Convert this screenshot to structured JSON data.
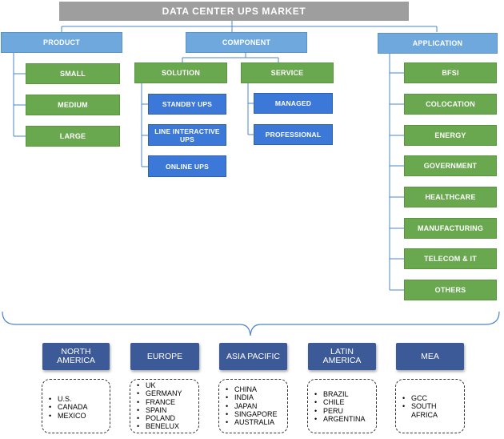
{
  "title": "DATA CENTER UPS MARKET",
  "product": {
    "label": "PRODUCT",
    "items": [
      "SMALL",
      "MEDIUM",
      "LARGE"
    ]
  },
  "component": {
    "label": "COMPONENT",
    "solution": {
      "label": "SOLUTION",
      "items": [
        "STANDBY UPS",
        "LINE INTERACTIVE UPS",
        "ONLINE UPS"
      ]
    },
    "service": {
      "label": "SERVICE",
      "items": [
        "MANAGED",
        "PROFESSIONAL"
      ]
    }
  },
  "application": {
    "label": "APPLICATION",
    "items": [
      "BFSI",
      "COLOCATION",
      "ENERGY",
      "GOVERNMENT",
      "HEALTHCARE",
      "MANUFACTURING",
      "TELECOM & IT",
      "OTHERS"
    ]
  },
  "regions": [
    {
      "name": "NORTH AMERICA",
      "countries": [
        "U.S.",
        "CANADA",
        "MEXICO"
      ]
    },
    {
      "name": "EUROPE",
      "countries": [
        "UK",
        "GERMANY",
        "FRANCE",
        "SPAIN",
        "POLAND",
        "BENELUX"
      ]
    },
    {
      "name": "ASIA PACIFIC",
      "countries": [
        "CHINA",
        "INDIA",
        "JAPAN",
        "SINGAPORE",
        "AUSTRALIA"
      ]
    },
    {
      "name": "LATIN AMERICA",
      "countries": [
        "BRAZIL",
        "CHILE",
        "PERU",
        "ARGENTINA"
      ]
    },
    {
      "name": "MEA",
      "countries": [
        "GCC",
        "SOUTH AFRICA"
      ]
    }
  ],
  "colors": {
    "title": "#9e9e9e",
    "category": "#6fa8dc",
    "green": "#6aa84f",
    "blue": "#3c78d8",
    "region": "#3d5a98",
    "connector": "#4a86c8"
  }
}
